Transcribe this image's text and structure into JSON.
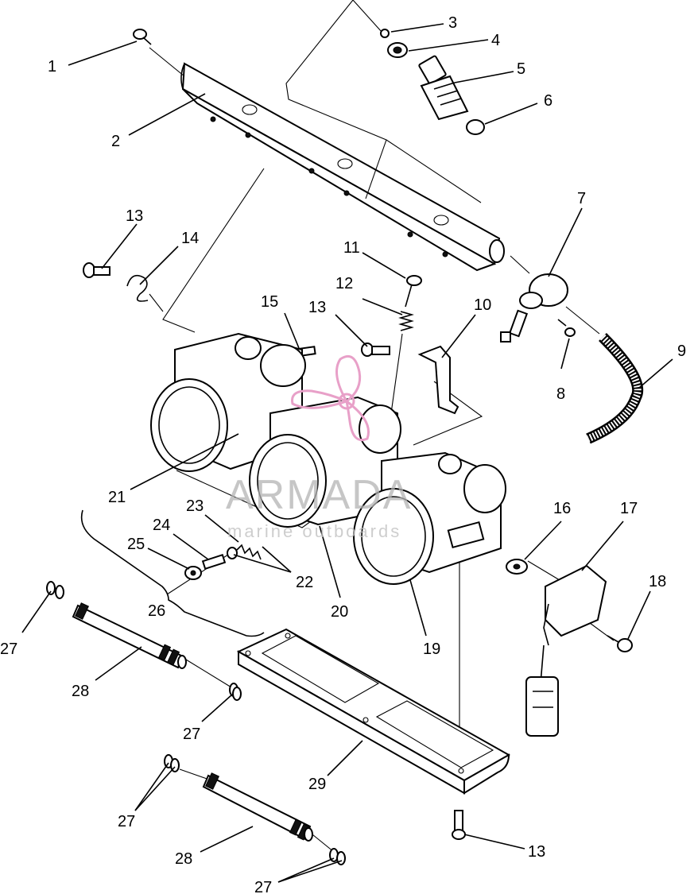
{
  "diagram": {
    "part_labels": [
      "1",
      "2",
      "3",
      "4",
      "5",
      "6",
      "7",
      "8",
      "9",
      "10",
      "11",
      "12",
      "13",
      "14",
      "15",
      "16",
      "17",
      "18",
      "19",
      "20",
      "21",
      "22",
      "23",
      "24",
      "25",
      "26",
      "27",
      "28",
      "29"
    ],
    "label_13": "13",
    "label_27": "27",
    "label_28": "28"
  },
  "watermark": {
    "brand": "ARMADA",
    "tagline": "marine outboards",
    "logo_color": "#e8a0c8"
  }
}
